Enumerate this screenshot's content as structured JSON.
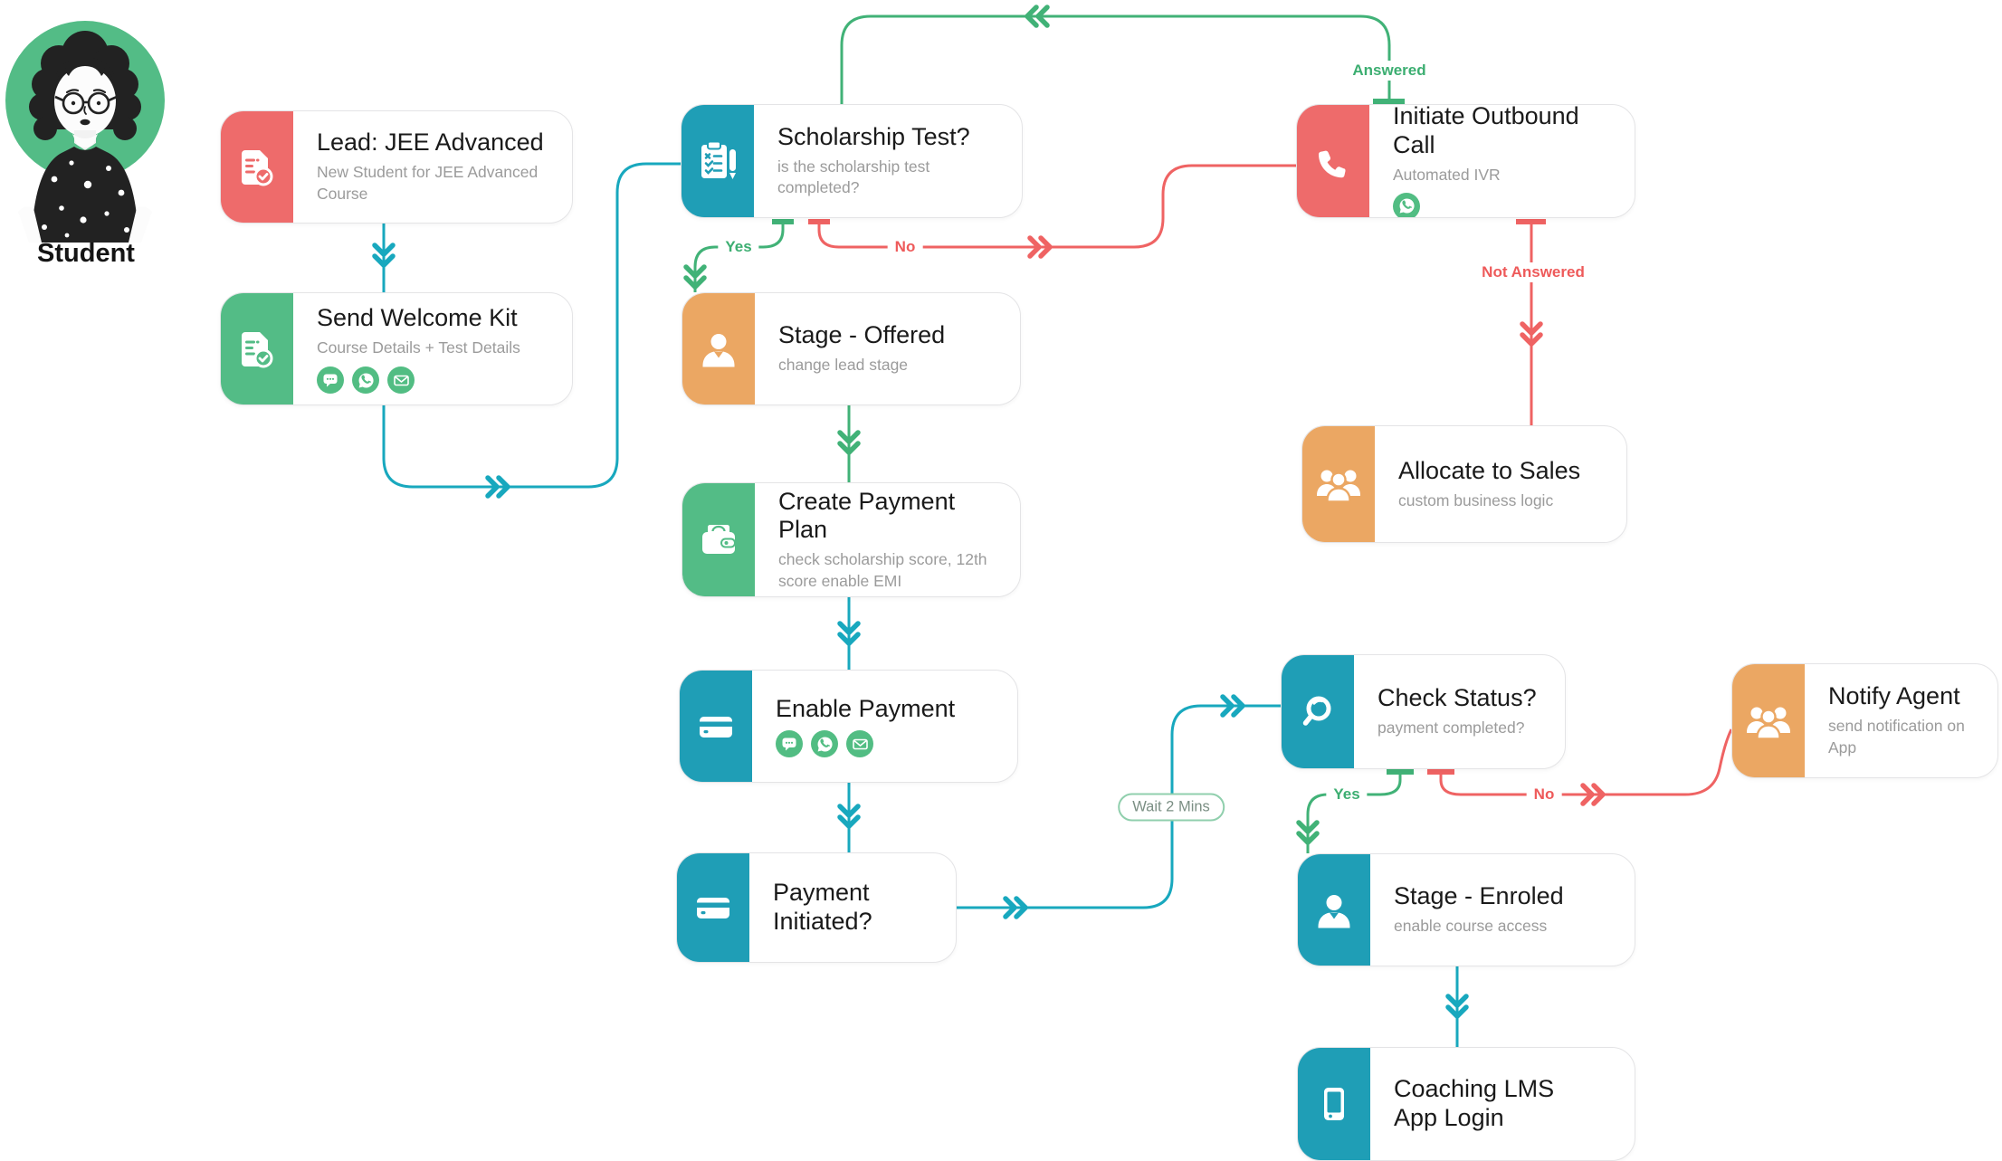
{
  "actor": {
    "label": "Student"
  },
  "palette": {
    "teal_panel": "#1f9eb6",
    "green_panel": "#53bc86",
    "red_panel": "#ee6b6b",
    "orange_panel": "#eba763",
    "wire_teal": "#18a8be",
    "wire_green": "#41b277",
    "wire_red": "#ef6363",
    "label_green": "#3cae71",
    "label_red": "#ee5a5a",
    "channel_green": "#52bd83"
  },
  "nodes": [
    {
      "id": "lead",
      "title": "Lead: JEE Advanced",
      "subtitle": "New Student for JEE Advanced Course",
      "icon": "document-check-icon",
      "color": "red"
    },
    {
      "id": "welcome",
      "title": "Send Welcome Kit",
      "subtitle": "Course Details + Test Details",
      "icon": "document-check-icon",
      "color": "green",
      "channels": [
        "sms-icon",
        "whatsapp-icon",
        "email-icon"
      ]
    },
    {
      "id": "scholarship",
      "title": "Scholarship Test?",
      "subtitle": "is the scholarship test completed?",
      "icon": "clipboard-checklist-icon",
      "color": "teal"
    },
    {
      "id": "offered",
      "title": "Stage - Offered",
      "subtitle": "change lead stage",
      "icon": "person-icon",
      "color": "orange"
    },
    {
      "id": "create_plan",
      "title": "Create Payment Plan",
      "subtitle": "check scholarship score, 12th score enable EMI",
      "icon": "wallet-icon",
      "color": "green"
    },
    {
      "id": "enable_payment",
      "title": "Enable Payment",
      "icon": "credit-card-icon",
      "color": "teal",
      "channels": [
        "sms-icon",
        "whatsapp-icon",
        "email-icon"
      ]
    },
    {
      "id": "payment_initiated",
      "title": "Payment Initiated?",
      "icon": "credit-card-icon",
      "color": "teal"
    },
    {
      "id": "outbound",
      "title": "Initiate Outbound Call",
      "subtitle": "Automated IVR",
      "icon": "phone-icon",
      "color": "red",
      "channels": [
        "whatsapp-icon"
      ]
    },
    {
      "id": "allocate",
      "title": "Allocate to Sales",
      "subtitle": "custom business logic",
      "icon": "people-icon",
      "color": "orange"
    },
    {
      "id": "check_status",
      "title": "Check Status?",
      "subtitle": "payment completed?",
      "icon": "magnifier-icon",
      "color": "teal"
    },
    {
      "id": "notify_agent",
      "title": "Notify Agent",
      "subtitle": "send notification on App",
      "icon": "people-icon",
      "color": "orange"
    },
    {
      "id": "enroled",
      "title": "Stage - Enroled",
      "subtitle": "enable course access",
      "icon": "person-icon",
      "color": "teal"
    },
    {
      "id": "lms",
      "title": "Coaching LMS App Login",
      "icon": "smartphone-icon",
      "color": "teal"
    }
  ],
  "edge_labels": {
    "answered": "Answered",
    "not_answered": "Not Answered",
    "scholarship_yes": "Yes",
    "scholarship_no": "No",
    "check_yes": "Yes",
    "check_no": "No",
    "wait": "Wait 2 Mins"
  }
}
